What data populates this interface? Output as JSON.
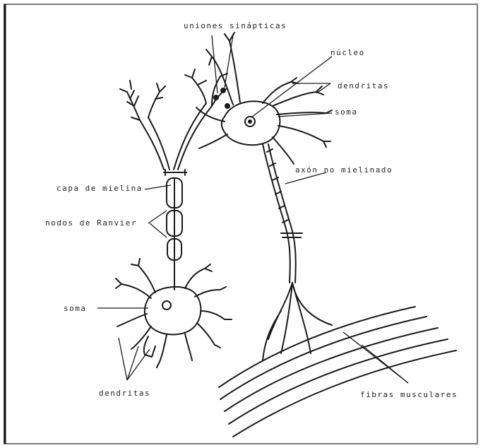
{
  "labels": {
    "uniones_sinapticas": "uniones sinápticas",
    "nucleo": "núcleo",
    "dendritas_top": "dendritas",
    "soma_top": "soma",
    "axon_no_mielinado": "axón no mielinado",
    "capa_de_mielina": "capa de mielina",
    "nodos_de_ranvier": "nodos de Ranvier",
    "soma_bottom": "soma",
    "dendritas_bottom": "dendritas",
    "fibras_musculares": "fibras musculares"
  },
  "colors": {
    "ink": "#1a1a1a",
    "frame": "#7a7a7a",
    "background": "#ffffff"
  }
}
